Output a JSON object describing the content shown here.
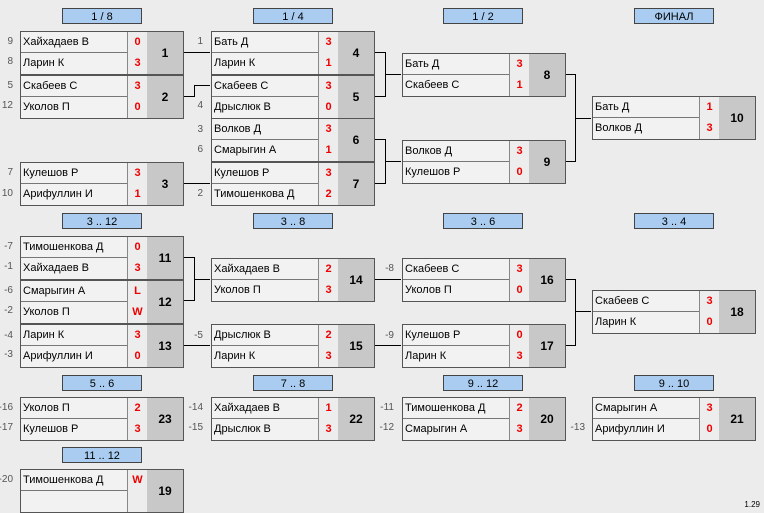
{
  "headers": [
    "1 / 8",
    "1 / 4",
    "1 / 2",
    "ФИНАЛ",
    "3 .. 12",
    "3 .. 8",
    "3 .. 6",
    "3 .. 4",
    "5 .. 6",
    "7 .. 8",
    "9 .. 12",
    "9 .. 10",
    "11 .. 12"
  ],
  "matches": [
    {
      "num": "1",
      "p1": "Хайхадаев В",
      "s1": "0",
      "p2": "Ларин К",
      "s2": "3"
    },
    {
      "num": "2",
      "p1": "Скабеев С",
      "s1": "3",
      "p2": "Уколов П",
      "s2": "0"
    },
    {
      "num": "3",
      "p1": "Кулешов Р",
      "s1": "3",
      "p2": "Арифуллин И",
      "s2": "1"
    },
    {
      "num": "4",
      "p1": "Бать Д",
      "s1": "3",
      "p2": "Ларин К",
      "s2": "1"
    },
    {
      "num": "5",
      "p1": "Скабеев С",
      "s1": "3",
      "p2": "Дрыслюк В",
      "s2": "0"
    },
    {
      "num": "6",
      "p1": "Волков Д",
      "s1": "3",
      "p2": "Смарыгин А",
      "s2": "1"
    },
    {
      "num": "7",
      "p1": "Кулешов Р",
      "s1": "3",
      "p2": "Тимошенкова Д",
      "s2": "2"
    },
    {
      "num": "8",
      "p1": "Бать Д",
      "s1": "3",
      "p2": "Скабеев С",
      "s2": "1"
    },
    {
      "num": "9",
      "p1": "Волков Д",
      "s1": "3",
      "p2": "Кулешов Р",
      "s2": "0"
    },
    {
      "num": "10",
      "p1": "Бать Д",
      "s1": "1",
      "p2": "Волков Д",
      "s2": "3"
    },
    {
      "num": "11",
      "p1": "Тимошенкова Д",
      "s1": "0",
      "p2": "Хайхадаев В",
      "s2": "3"
    },
    {
      "num": "12",
      "p1": "Смарыгин А",
      "s1": "L",
      "p2": "Уколов П",
      "s2": "W"
    },
    {
      "num": "13",
      "p1": "Ларин К",
      "s1": "3",
      "p2": "Арифуллин И",
      "s2": "0"
    },
    {
      "num": "14",
      "p1": "Хайхадаев В",
      "s1": "2",
      "p2": "Уколов П",
      "s2": "3"
    },
    {
      "num": "15",
      "p1": "Дрыслюк В",
      "s1": "2",
      "p2": "Ларин К",
      "s2": "3"
    },
    {
      "num": "16",
      "p1": "Скабеев С",
      "s1": "3",
      "p2": "Уколов П",
      "s2": "0"
    },
    {
      "num": "17",
      "p1": "Кулешов Р",
      "s1": "0",
      "p2": "Ларин К",
      "s2": "3"
    },
    {
      "num": "18",
      "p1": "Скабеев С",
      "s1": "3",
      "p2": "Ларин К",
      "s2": "0"
    },
    {
      "num": "23",
      "p1": "Уколов П",
      "s1": "2",
      "p2": "Кулешов Р",
      "s2": "3"
    },
    {
      "num": "22",
      "p1": "Хайхадаев В",
      "s1": "1",
      "p2": "Дрыслюк В",
      "s2": "3"
    },
    {
      "num": "20",
      "p1": "Тимошенкова Д",
      "s1": "2",
      "p2": "Смарыгин А",
      "s2": "3"
    },
    {
      "num": "21",
      "p1": "Смарыгин А",
      "s1": "3",
      "p2": "Арифуллин И",
      "s2": "0"
    },
    {
      "num": "19",
      "p1": "Тимошенкова Д",
      "s1": "W",
      "p2": "",
      "s2": ""
    }
  ],
  "seeds": [
    "9",
    "8",
    "5",
    "12",
    "7",
    "10",
    "1",
    "1",
    "4",
    "3",
    "6",
    "2",
    "-7",
    "-1",
    "-6",
    "-2",
    "-4",
    "-3",
    "-8",
    "-5",
    "-9",
    "-16",
    "-17",
    "-14",
    "-15",
    "-11",
    "-12",
    "-13",
    "-20"
  ],
  "version": "1.29"
}
